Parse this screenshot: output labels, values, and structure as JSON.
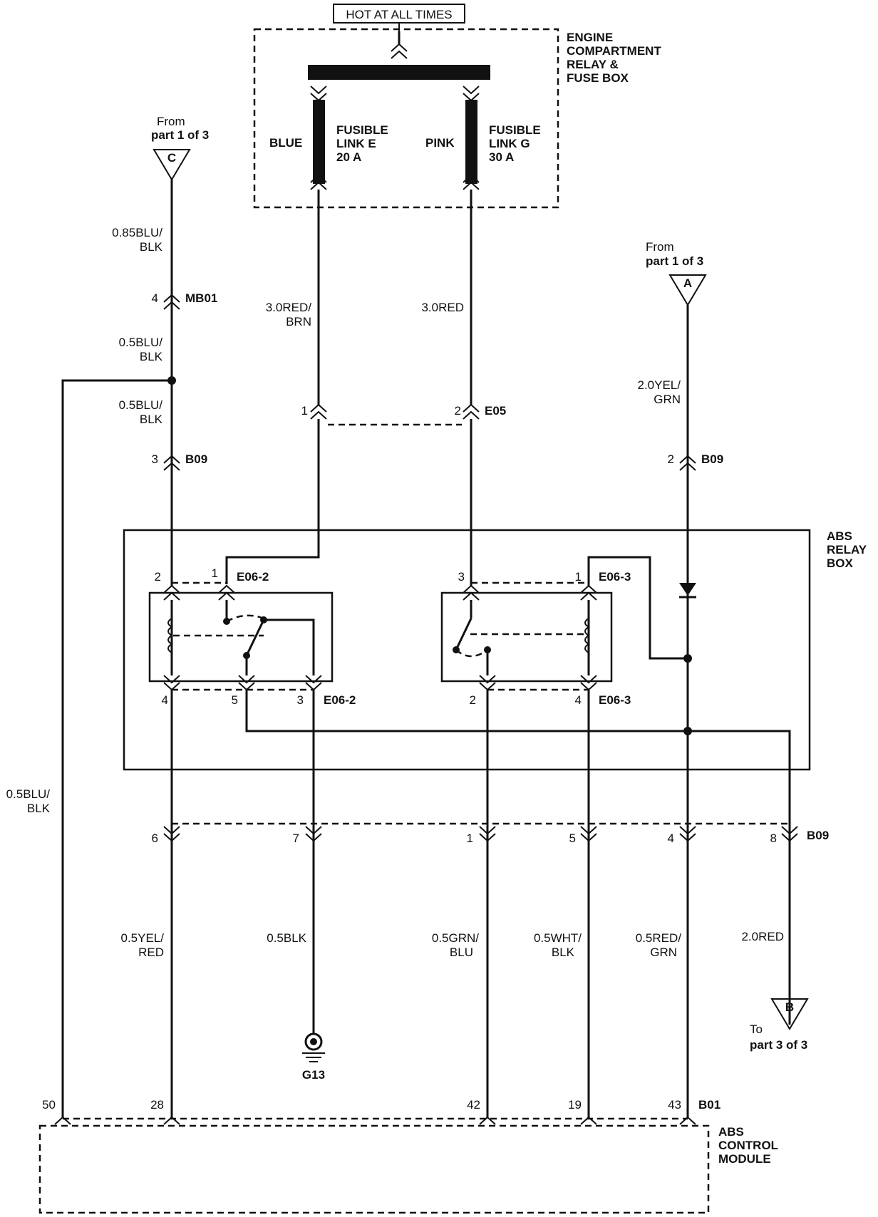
{
  "hot_at_all_times": "HOT AT ALL TIMES",
  "fuse_box": {
    "label": [
      "ENGINE",
      "COMPARTMENT",
      "RELAY &",
      "FUSE BOX"
    ],
    "link_e": {
      "color": "BLUE",
      "name": [
        "FUSIBLE",
        "LINK E",
        "20 A"
      ]
    },
    "link_g": {
      "color": "PINK",
      "name": [
        "FUSIBLE",
        "LINK G",
        "30 A"
      ]
    }
  },
  "connector_c": {
    "from": [
      "From",
      "part 1 of 3"
    ],
    "letter": "C",
    "wire1": [
      "0.85BLU/",
      "BLK"
    ],
    "mb01_pin": "4",
    "mb01": "MB01",
    "wire2": [
      "0.5BLU/",
      "BLK"
    ],
    "wire3": [
      "0.5BLU/",
      "BLK"
    ],
    "b09_pin": "3",
    "b09": "B09"
  },
  "connector_a": {
    "from": [
      "From",
      "part 1 of 3"
    ],
    "letter": "A",
    "wire": [
      "2.0YEL/",
      "GRN"
    ],
    "b09_pin": "2",
    "b09": "B09"
  },
  "link_wires": {
    "left": [
      "3.0RED/",
      "BRN"
    ],
    "right": "3.0RED",
    "e05_pin_left": "1",
    "e05_pin_right": "2",
    "e05": "E05"
  },
  "relay_box": {
    "label": [
      "ABS",
      "RELAY",
      "BOX"
    ],
    "relay1": {
      "top_pins": [
        "2",
        "1"
      ],
      "top_conn": "E06-2",
      "bottom_pins": [
        "4",
        "5",
        "3"
      ],
      "bottom_conn": "E06-2"
    },
    "relay2": {
      "top_pins": [
        "3",
        "1"
      ],
      "top_conn": "E06-3",
      "bottom_pins": [
        "2",
        "4"
      ],
      "bottom_conn": "E06-3"
    }
  },
  "left_wire": [
    "0.5BLU/",
    "BLK"
  ],
  "b09_lower": {
    "pins": [
      "6",
      "7",
      "1",
      "5",
      "4",
      "8"
    ],
    "conn": "B09"
  },
  "lower_wires": [
    [
      "0.5YEL/",
      "RED"
    ],
    [
      "0.5BLK"
    ],
    [
      "0.5GRN/",
      "BLU"
    ],
    [
      "0.5WHT/",
      "BLK"
    ],
    [
      "0.5RED/",
      "GRN"
    ],
    [
      "2.0RED"
    ]
  ],
  "ground": "G13",
  "connector_b": {
    "to": [
      "To",
      "part 3 of 3"
    ],
    "letter": "B"
  },
  "module": {
    "label": [
      "ABS",
      "CONTROL",
      "MODULE"
    ],
    "pins": [
      "50",
      "28",
      "42",
      "19",
      "43"
    ],
    "conn": "B01"
  }
}
